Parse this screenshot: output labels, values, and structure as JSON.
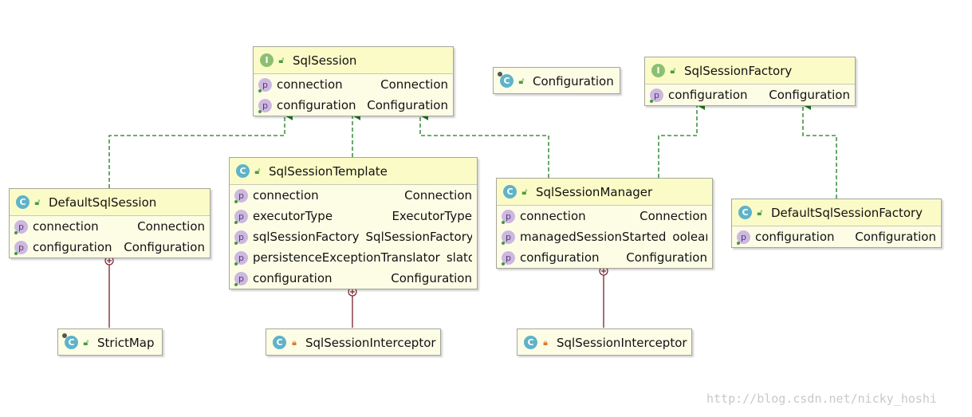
{
  "nodes": [
    {
      "id": "sqlsession",
      "kind": "I",
      "visibility": "public",
      "name": "SqlSession",
      "fields": [
        {
          "name": "connection",
          "type": "Connection"
        },
        {
          "name": "configuration",
          "type": "Configuration"
        }
      ]
    },
    {
      "id": "configuration",
      "kind": "C",
      "static": true,
      "visibility": "public",
      "name": "Configuration",
      "fields": []
    },
    {
      "id": "sqlsessionfactory",
      "kind": "I",
      "visibility": "public",
      "name": "SqlSessionFactory",
      "fields": [
        {
          "name": "configuration",
          "type": "Configuration"
        }
      ]
    },
    {
      "id": "defaultsqlsession",
      "kind": "C",
      "visibility": "public",
      "name": "DefaultSqlSession",
      "fields": [
        {
          "name": "connection",
          "type": "Connection"
        },
        {
          "name": "configuration",
          "type": "Configuration"
        }
      ]
    },
    {
      "id": "sqlsessiontemplate",
      "kind": "C",
      "visibility": "public",
      "name": "SqlSessionTemplate",
      "fields": [
        {
          "name": "connection",
          "type": "Connection"
        },
        {
          "name": "executorType",
          "type": "ExecutorType"
        },
        {
          "name": "sqlSessionFactory",
          "type": "SqlSessionFactory"
        },
        {
          "name": "persistenceExceptionTranslator",
          "type": "slator"
        },
        {
          "name": "configuration",
          "type": "Configuration"
        }
      ]
    },
    {
      "id": "sqlsessionmanager",
      "kind": "C",
      "visibility": "public",
      "name": "SqlSessionManager",
      "fields": [
        {
          "name": "connection",
          "type": "Connection"
        },
        {
          "name": "managedSessionStarted",
          "type": "oolean"
        },
        {
          "name": "configuration",
          "type": "Configuration"
        }
      ]
    },
    {
      "id": "defaultsqlsessionfactory",
      "kind": "C",
      "visibility": "public",
      "name": "DefaultSqlSessionFactory",
      "fields": [
        {
          "name": "configuration",
          "type": "Configuration"
        }
      ]
    },
    {
      "id": "strictmap",
      "kind": "C",
      "static": true,
      "visibility": "public",
      "name": "StrictMap",
      "fields": []
    },
    {
      "id": "interceptor1",
      "kind": "C",
      "visibility": "private",
      "name": "SqlSessionInterceptor",
      "fields": []
    },
    {
      "id": "interceptor2",
      "kind": "C",
      "visibility": "private",
      "name": "SqlSessionInterceptor",
      "fields": []
    }
  ],
  "edges": [
    {
      "type": "implements",
      "from": "defaultsqlsession",
      "to": "sqlsession"
    },
    {
      "type": "implements",
      "from": "sqlsessiontemplate",
      "to": "sqlsession"
    },
    {
      "type": "implements",
      "from": "sqlsessionmanager",
      "to": "sqlsession"
    },
    {
      "type": "implements",
      "from": "sqlsessionmanager",
      "to": "sqlsessionfactory"
    },
    {
      "type": "implements",
      "from": "defaultsqlsessionfactory",
      "to": "sqlsessionfactory"
    },
    {
      "type": "inner",
      "from": "strictmap",
      "to": "defaultsqlsession"
    },
    {
      "type": "inner",
      "from": "interceptor1",
      "to": "sqlsessiontemplate"
    },
    {
      "type": "inner",
      "from": "interceptor2",
      "to": "sqlsessionmanager"
    }
  ],
  "colors": {
    "implements_edge": "#1a7a1a",
    "inner_edge": "#7a1f2b",
    "box_fill": "#fdfde6",
    "class_badge": "#5fb3c9",
    "interface_badge": "#8cc071",
    "property_badge": "#cdb8e0"
  },
  "watermark": "http://blog.csdn.net/nicky_hoshi"
}
